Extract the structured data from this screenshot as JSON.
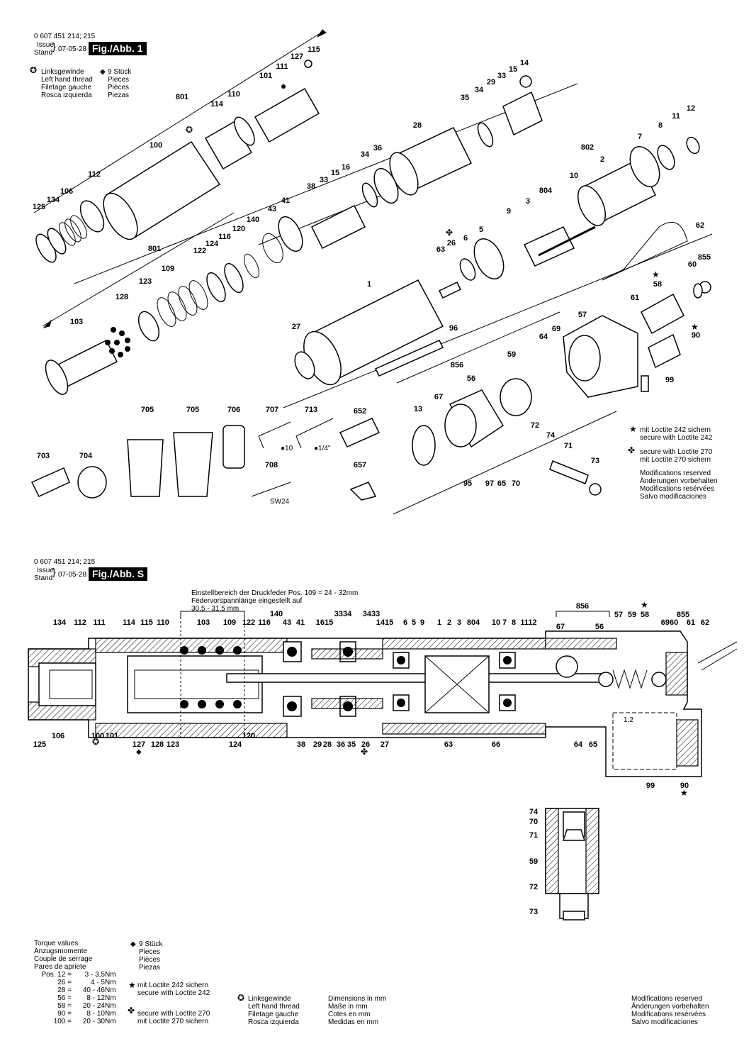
{
  "fig1": {
    "doc_number": "0 607 451 214; 215",
    "issue_label": "Issue",
    "stand_label": "Stand",
    "date": "07-05-28",
    "fig_label": "Fig./Abb. 1",
    "lh_legend": [
      "Linksgewinde",
      "Left hand thread",
      "Filetage gauche",
      "Rosca izquierda"
    ],
    "qty_legend": [
      "9 Stück",
      "Pieces",
      "Pièces",
      "Piezas"
    ],
    "loctite242": [
      "mit Loctite 242 sichern",
      "secure with Loctite 242"
    ],
    "loctite270": [
      "secure with Loctite 270",
      "mit Loctite 270 sichern"
    ],
    "modifications": [
      "Modifications reserved",
      "Änderungen vorbehalten",
      "Modifications resérvées",
      "Salvo modificaciones"
    ],
    "key_10": "10",
    "key_14": "1/4\"",
    "sw24": "SW24",
    "labels": [
      "115",
      "127",
      "111",
      "101",
      "110",
      "114",
      "801",
      "100",
      "112",
      "106",
      "134",
      "125",
      "14",
      "15",
      "33",
      "29",
      "34",
      "35",
      "28",
      "36",
      "16",
      "15",
      "33",
      "38",
      "34",
      "41",
      "43",
      "140",
      "120",
      "116",
      "124",
      "122",
      "109",
      "801",
      "123",
      "128",
      "103",
      "12",
      "11",
      "8",
      "7",
      "802",
      "2",
      "10",
      "804",
      "3",
      "9",
      "5",
      "6",
      "26",
      "63",
      "62",
      "855",
      "60",
      "58",
      "61",
      "90",
      "57",
      "69",
      "64",
      "1",
      "96",
      "27",
      "59",
      "856",
      "56",
      "67",
      "13",
      "99",
      "72",
      "74",
      "71",
      "73",
      "95",
      "97",
      "65",
      "70",
      "705",
      "705",
      "706",
      "707",
      "713",
      "652",
      "703",
      "704",
      "708",
      "657"
    ]
  },
  "figS": {
    "doc_number": "0 607 451 214; 215",
    "issue_label": "Issue",
    "stand_label": "Stand",
    "date": "07-05-28",
    "fig_label": "Fig./Abb. S",
    "spring_note": [
      "Einstellbereich der Druckfeder Pos. 109 = 24 - 32mm",
      "Federvorspannlänge eingestellt auf",
      "30,5 - 31,5 mm"
    ],
    "dim_12": "1,2",
    "top_labels": [
      "134",
      "112",
      "111",
      "114",
      "115",
      "110",
      "103",
      "109",
      "122",
      "116",
      "140",
      "43",
      "41",
      "1615",
      "3334",
      "3433",
      "1415",
      "6",
      "5",
      "9",
      "1",
      "2",
      "3",
      "804",
      "10",
      "7",
      "8",
      "1112",
      "856",
      "67",
      "56",
      "57",
      "59",
      "58",
      "855",
      "6960",
      "61",
      "62"
    ],
    "bottom_labels": [
      "125",
      "106",
      "100",
      "101",
      "127",
      "128",
      "123",
      "124",
      "120",
      "38",
      "29",
      "28",
      "36",
      "35",
      "26",
      "27",
      "63",
      "66",
      "64",
      "65",
      "99",
      "90"
    ],
    "detail_labels": [
      "74",
      "70",
      "71",
      "59",
      "72",
      "73"
    ]
  },
  "footer": {
    "torque": [
      "Torque values",
      "Anzugsmomente",
      "Couple de serrage",
      "Pares de apriete"
    ],
    "torque_rows": [
      {
        "pos": "Pos. 12 =",
        "val": "3 - 3,5",
        "unit": "Nm"
      },
      {
        "pos": "26 =",
        "val": "4 -   5",
        "unit": "Nm"
      },
      {
        "pos": "28 =",
        "val": "40 -  46",
        "unit": "Nm"
      },
      {
        "pos": "56 =",
        "val": "8 -  12",
        "unit": "Nm"
      },
      {
        "pos": "58 =",
        "val": "20 -  24",
        "unit": "Nm"
      },
      {
        "pos": "90 =",
        "val": "8 -  10",
        "unit": "Nm"
      },
      {
        "pos": "100 =",
        "val": "20 -  30",
        "unit": "Nm"
      }
    ],
    "qty_legend": [
      "9 Stück",
      "Pieces",
      "Pièces",
      "Piezas"
    ],
    "loctite242": [
      "mit Loctite 242 sichern",
      "secure with Loctite 242"
    ],
    "loctite270": [
      "secure with Loctite 270",
      "mit Loctite 270 sichern"
    ],
    "lh_legend": [
      "Linksgewinde",
      "Left hand thread",
      "Filetage gauche",
      "Rosca izquierda"
    ],
    "dims": [
      "Dimensions in mm",
      "Maße in mm",
      "Cotes en mm",
      "Medidas en mm"
    ],
    "modifications": [
      "Modifications reserved",
      "Änderungen vorbehalten",
      "Modifications resérvées",
      "Salvo modificaciones"
    ]
  }
}
